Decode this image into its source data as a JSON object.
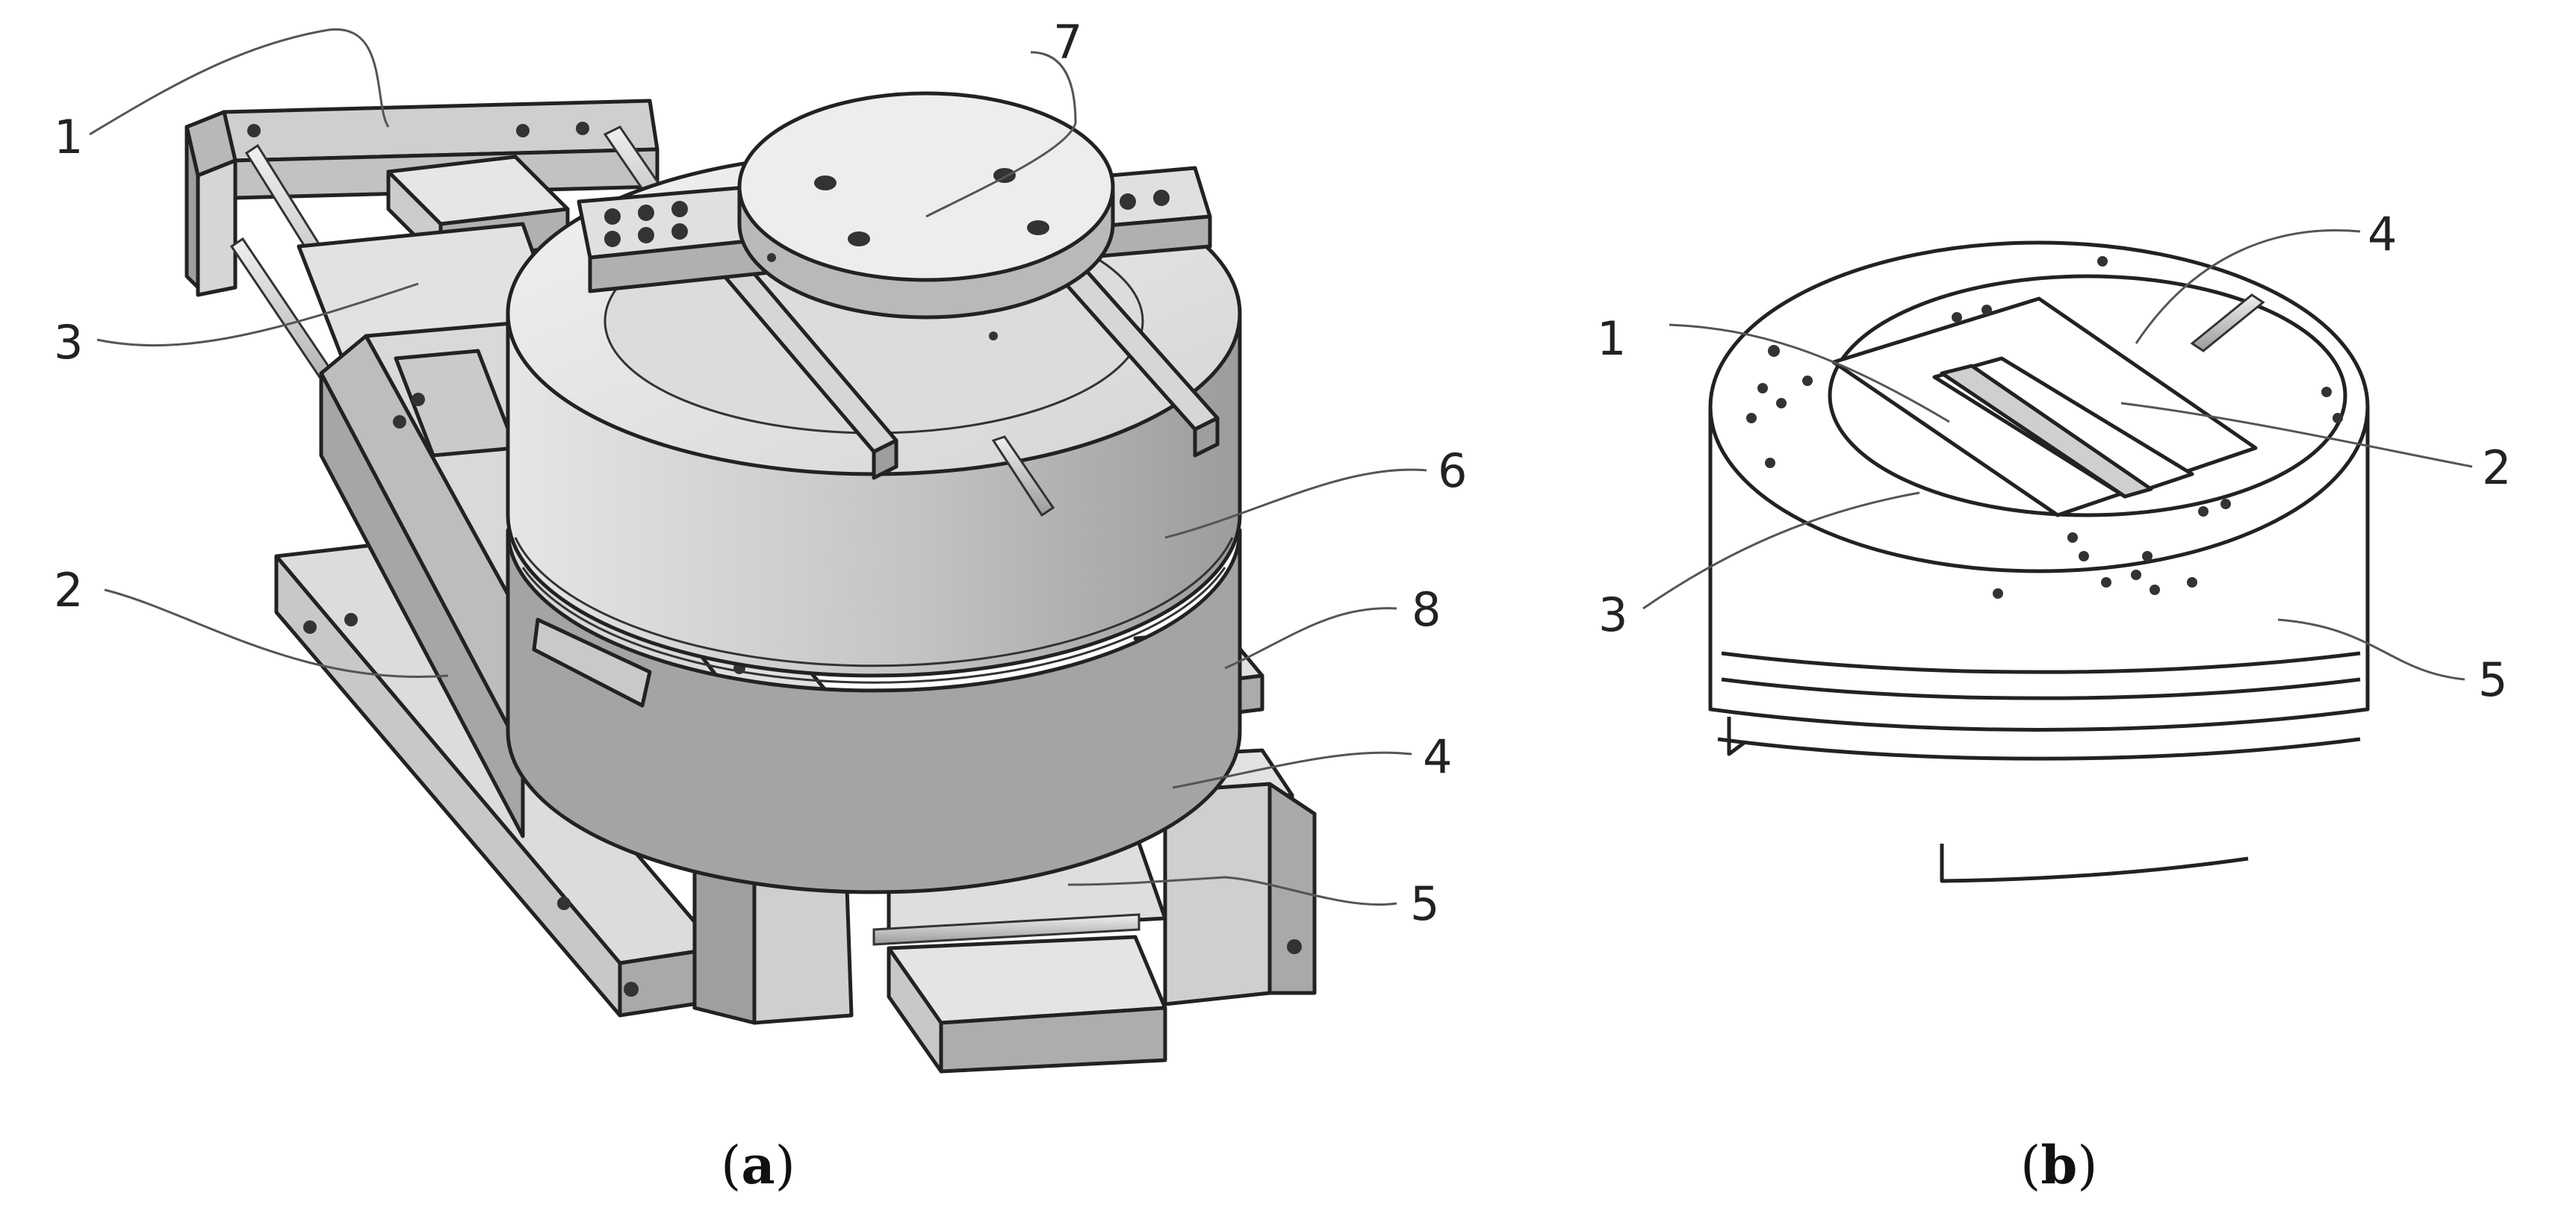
{
  "figure_a": {
    "caption_open": "(",
    "caption_letter": "a",
    "caption_close": ")",
    "callouts": [
      "1",
      "2",
      "3",
      "4",
      "5",
      "6",
      "7",
      "8"
    ]
  },
  "figure_b": {
    "caption_open": "(",
    "caption_letter": "b",
    "caption_close": ")",
    "callouts": [
      "1",
      "2",
      "3",
      "4",
      "5"
    ]
  },
  "colors": {
    "line": "#222222",
    "face_light": "#e9e9e9",
    "face_mid": "#cfcfcf",
    "face_dark": "#a8a8a8",
    "paper": "#ffffff"
  }
}
